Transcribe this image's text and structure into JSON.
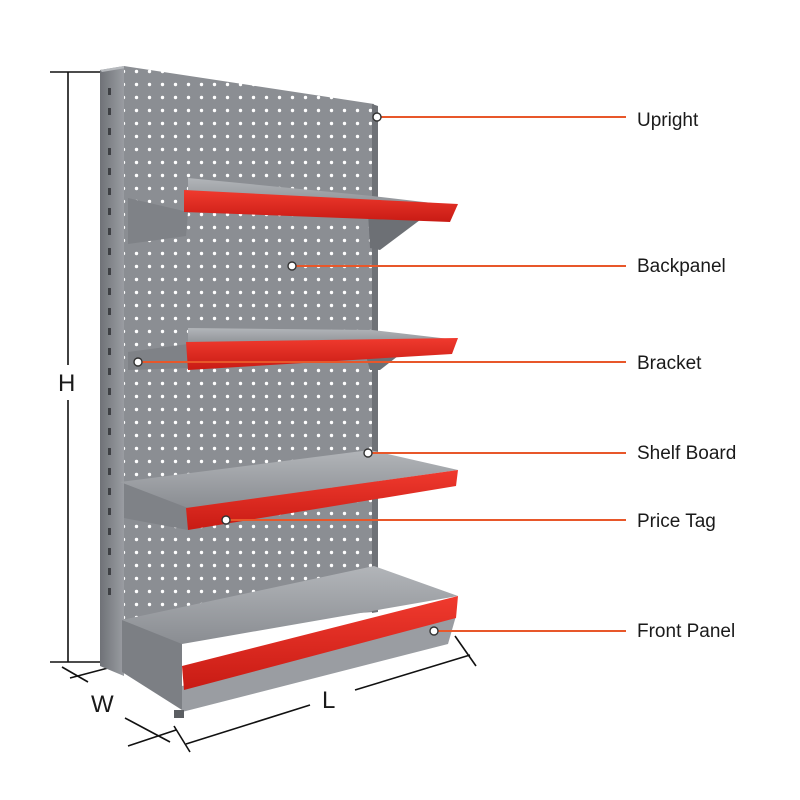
{
  "labels": {
    "upright": "Upright",
    "backpanel": "Backpanel",
    "bracket": "Bracket",
    "shelf_board": "Shelf Board",
    "price_tag": "Price Tag",
    "front_panel": "Front Panel"
  },
  "dimensions": {
    "height": "H",
    "width": "W",
    "length": "L"
  },
  "colors": {
    "callout_line": "#e8572a",
    "price_tag": "#e0231c",
    "metal": "#8d9095"
  }
}
